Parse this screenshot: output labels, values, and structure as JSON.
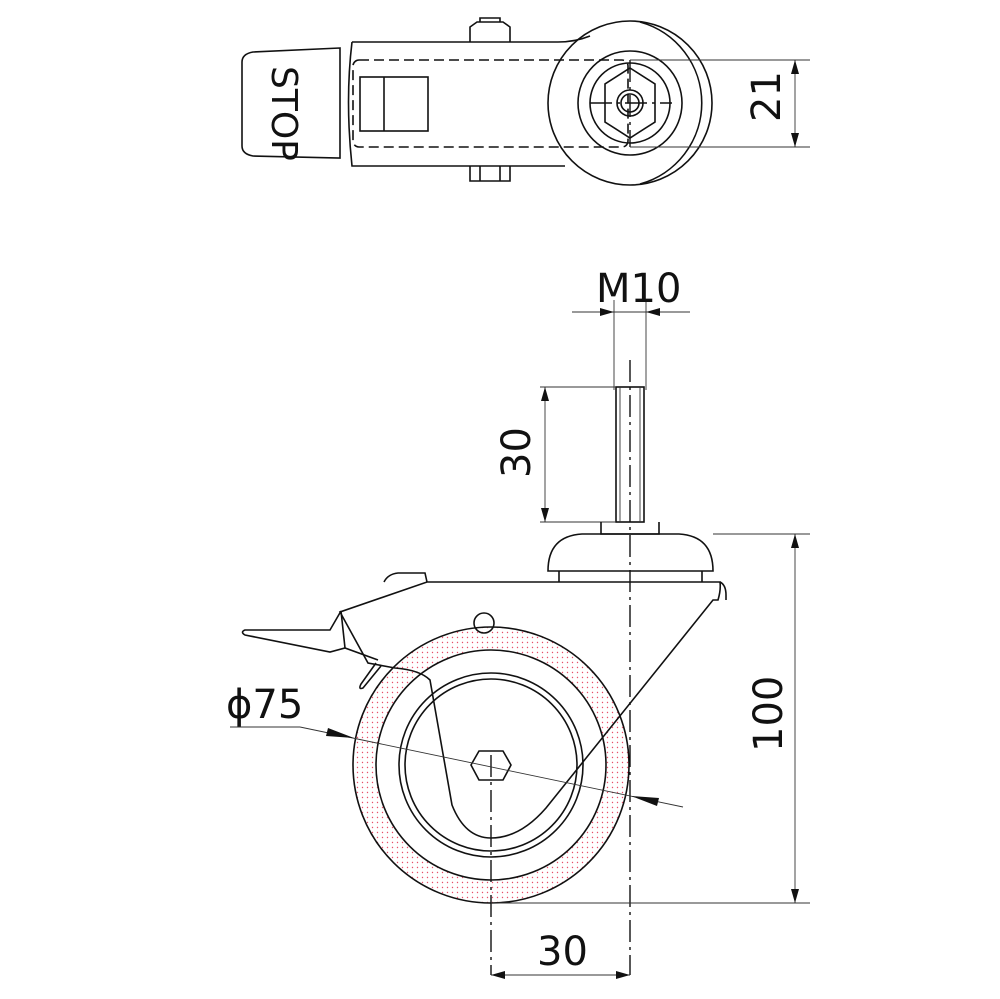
{
  "title": "Swivel castor with brake, threaded stem M10",
  "labels": {
    "stop": "STOP",
    "width_top": "21",
    "thread": "M10",
    "stem_length": "30",
    "height": "100",
    "diameter": "ϕ75",
    "offset": "30"
  },
  "colors": {
    "line": "#111111",
    "hatch": "#e8506a"
  }
}
